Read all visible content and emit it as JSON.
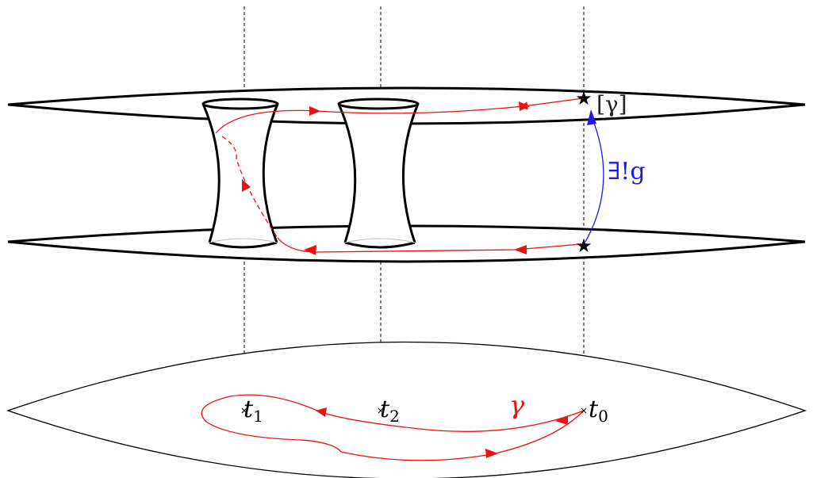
{
  "labels": {
    "gamma_class": "[γ]",
    "unique_g": "∃!g",
    "t1_base": "t",
    "t1_sub": "1",
    "t2_base": "t",
    "t2_sub": "2",
    "t0_base": "t",
    "t0_sub": "0",
    "gamma": "γ"
  },
  "colors": {
    "surface": "#000000",
    "path": "#ee1111",
    "map": "#1a1aee",
    "guide": "#000000"
  }
}
